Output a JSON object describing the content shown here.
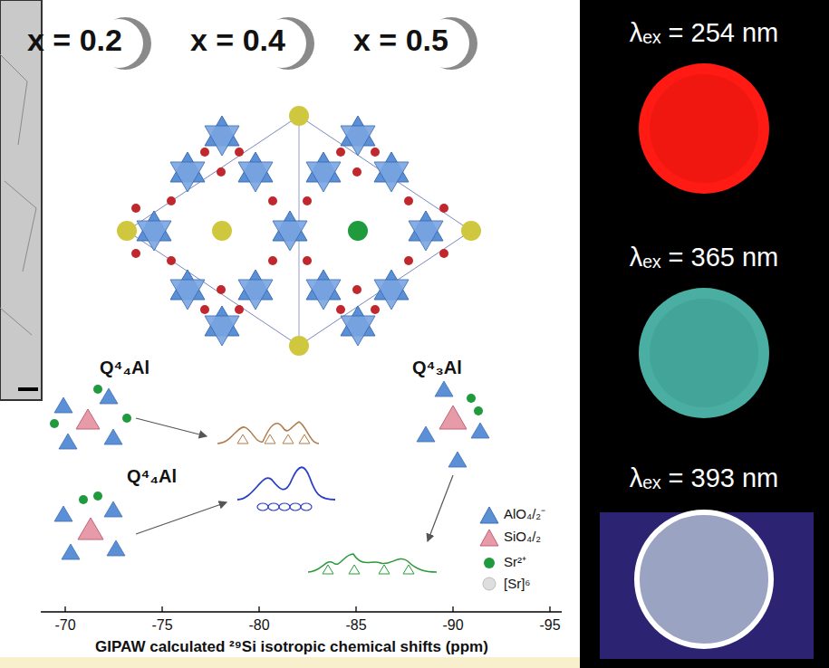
{
  "diagram": {
    "labels": [
      "x = 0.2",
      "x = 0.4",
      "x = 0.5",
      "Q⁴₄Al",
      "Q⁴₃Al",
      "Q⁴₄Al",
      "-70",
      "-75",
      "-80",
      "-85",
      "-90",
      "-95",
      "GIPAW calculated ²⁹Si isotropic chemical shifts (ppm)",
      "λₑₓ = 254 nm",
      "λₑₓ = 365 nm",
      "λₑₓ = 393 nm"
    ],
    "legend": [
      {
        "text": "AlO₄/₂⁻"
      },
      {
        "text": "SiO₄/₂"
      },
      {
        "text": "Sr²⁺"
      },
      {
        "text": "[Sr]⁶"
      }
    ]
  }
}
